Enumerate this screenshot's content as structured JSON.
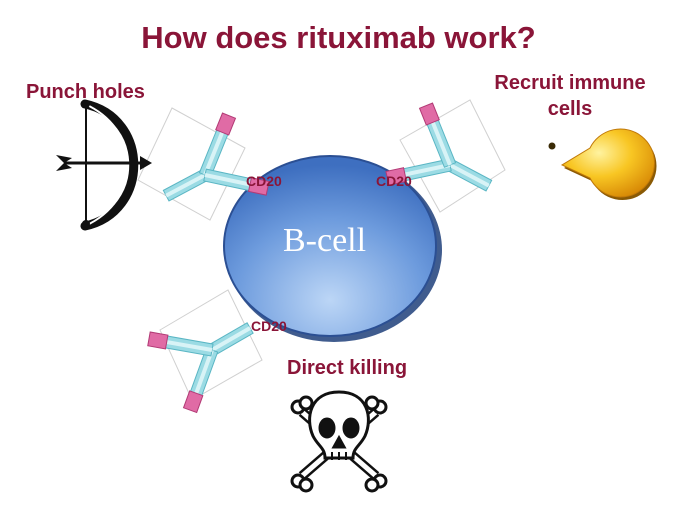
{
  "title": "How does rituximab work?",
  "mechanisms": {
    "punch_holes": "Punch holes",
    "recruit_line1": "Recruit immune",
    "recruit_line2": "cells",
    "direct_killing": "Direct killing"
  },
  "cell": {
    "label": "B-cell"
  },
  "markers": {
    "cd20_left": "CD20",
    "cd20_right": "CD20",
    "cd20_bottom": "CD20"
  },
  "colors": {
    "text_accent": "#8a1538",
    "cell_light": "#a9c9f2",
    "cell_dark": "#3e73c6",
    "antibody_teal": "#8fd6e0",
    "antibody_pink": "#d94e93",
    "pacman_yellow": "#f6c31b"
  },
  "icons": [
    "bow-and-arrow-icon",
    "pacman-icon",
    "skull-crossbones-icon"
  ]
}
